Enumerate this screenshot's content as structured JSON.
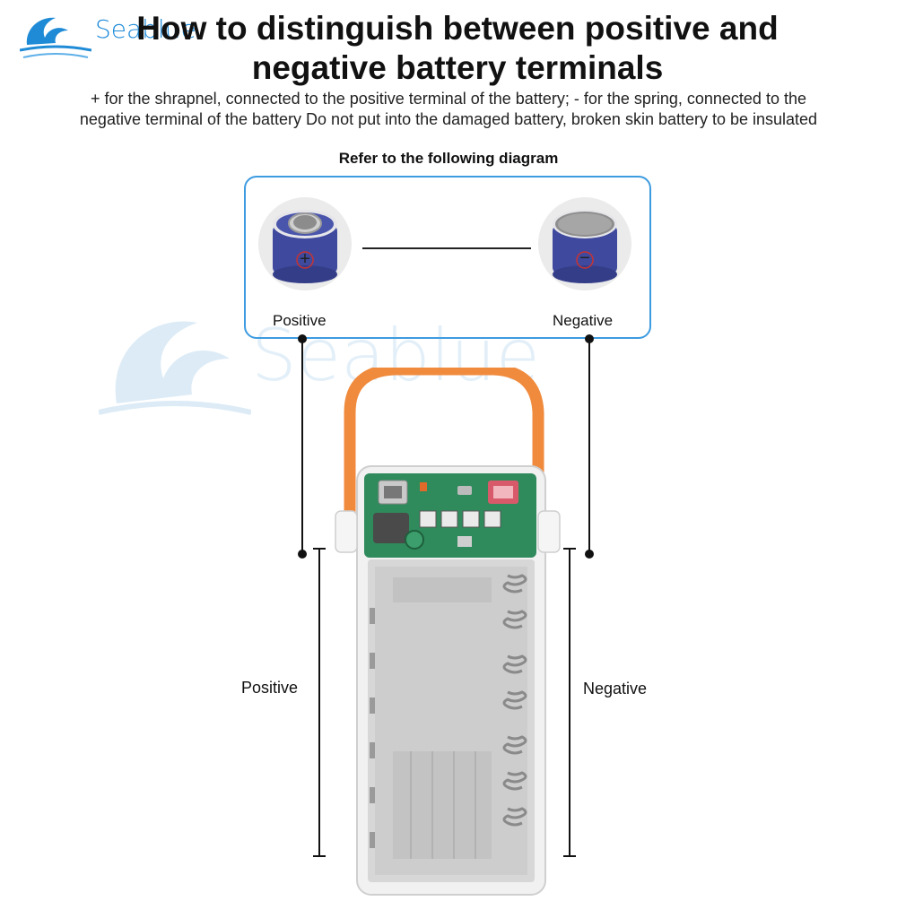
{
  "brand": {
    "logo_text": "Seablue",
    "watermark_text": "Seablue"
  },
  "heading": {
    "title": "How to distinguish between positive and negative battery terminals",
    "description": "+ for the shrapnel, connected to the positive terminal of the battery; - for the spring, connected to the negative terminal of the battery Do not put into the damaged battery, broken skin battery to be insulated",
    "refer": "Refer to the following diagram"
  },
  "diagram": {
    "positive_label": "Positive",
    "negative_label": "Negative",
    "positive_symbol": "+",
    "negative_symbol": "−"
  },
  "callouts": {
    "left_label": "Positive",
    "right_label": "Negative"
  },
  "colors": {
    "accent_blue": "#3d9be0",
    "battery_blue": "#3f4a9e",
    "handle_orange": "#f08a3c",
    "pcb_green": "#2f8a5c"
  }
}
